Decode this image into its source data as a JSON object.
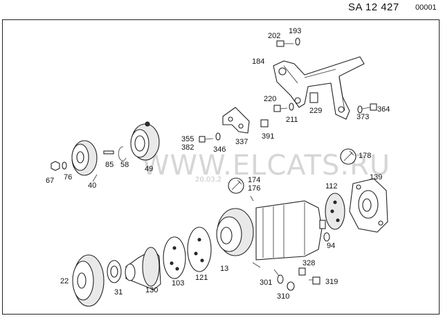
{
  "header": {
    "code": "SA  12 427",
    "sheet": "00001"
  },
  "watermark": {
    "text": "WWW.ELCATS.RU",
    "date": "20.03.2"
  },
  "callouts": {
    "p202": "202",
    "p193": "193",
    "p184": "184",
    "p220": "220",
    "p229": "229",
    "p211": "211",
    "p373": "373",
    "p364": "364",
    "p355": "355",
    "p382": "382",
    "p346": "346",
    "p337": "337",
    "p391": "391",
    "p178": "178",
    "p174": "174",
    "p176": "176",
    "p139": "139",
    "p112": "112",
    "p85": "85",
    "p58": "58",
    "p49": "49",
    "p67": "67",
    "p76": "76",
    "p40": "40",
    "p94": "94",
    "p13": "13",
    "p328": "328",
    "p301": "301",
    "p310": "310",
    "p319": "319",
    "p22": "22",
    "p31": "31",
    "p130": "130",
    "p103": "103",
    "p121": "121"
  }
}
